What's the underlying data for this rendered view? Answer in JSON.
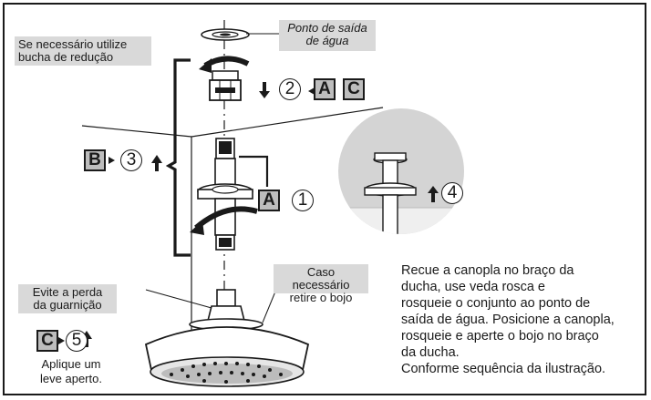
{
  "callouts": {
    "ponto_saida": "Ponto de saída\nde água",
    "bucha": "Se necessário utilize\nbucha de redução",
    "guarnicao": "Evite a perda\nda guarnição",
    "bojo": "Caso necessário\nretire o bojo"
  },
  "steps": {
    "step2": {
      "number": "2",
      "letters": [
        "A",
        "C"
      ]
    },
    "step3": {
      "number": "3",
      "letter": "B"
    },
    "step1": {
      "number": "1",
      "letter": "A"
    },
    "step4": {
      "number": "4"
    },
    "step5": {
      "number": "5",
      "letter": "C"
    }
  },
  "aperto_note": "Aplique um\nleve aperto.",
  "instructions": [
    "Recue a canopla no braço da",
    "ducha, use veda rosca e",
    "rosqueie o conjunto ao ponto de",
    "saída de água. Posicione a canopla,",
    "rosqueie e aperte o bojo no braço",
    "da ducha.",
    "Conforme sequência da ilustração."
  ],
  "colors": {
    "outline": "#1a1a1a",
    "callout_bg": "#d9d9d9",
    "zoom_bg": "#d4d4d4",
    "letter_bg": "#bdbdbd"
  }
}
